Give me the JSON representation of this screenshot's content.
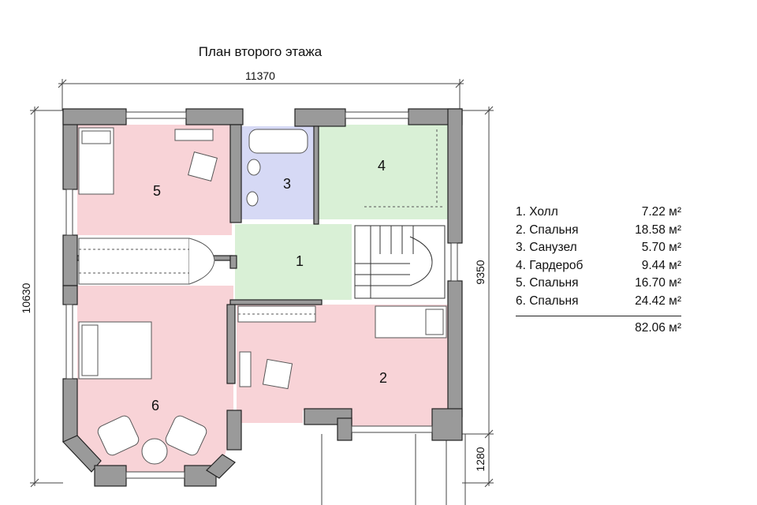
{
  "title": "План второго этажа",
  "dimensions": {
    "total_width": "11370",
    "total_height": "10630",
    "right_height": "9350",
    "bay_depth": "1280"
  },
  "rooms": [
    {
      "number": "1",
      "name": "Холл",
      "area": "7.22 м²",
      "color": "#d9f0d6"
    },
    {
      "number": "2",
      "name": "Спальня",
      "area": "18.58 м²",
      "color": "#f8d3d7"
    },
    {
      "number": "3",
      "name": "Санузел",
      "area": "5.70 м²",
      "color": "#d6d9f5"
    },
    {
      "number": "4",
      "name": "Гардероб",
      "area": "9.44 м²",
      "color": "#d9f0d6"
    },
    {
      "number": "5",
      "name": "Спальня",
      "area": "16.70 м²",
      "color": "#f8d3d7"
    },
    {
      "number": "6",
      "name": "Спальня",
      "area": "24.42 м²",
      "color": "#f8d3d7"
    }
  ],
  "legend": [
    {
      "label": "1. Холл",
      "area": "7.22 м²"
    },
    {
      "label": "2. Спальня",
      "area": "18.58 м²"
    },
    {
      "label": "3. Санузел",
      "area": "5.70 м²"
    },
    {
      "label": "4. Гардероб",
      "area": "9.44 м²"
    },
    {
      "label": "5. Спальня",
      "area": "16.70 м²"
    },
    {
      "label": "6. Спальня",
      "area": "24.42 м²"
    }
  ],
  "total_area": "82.06 м²",
  "colors": {
    "wall": "#9a9a9a",
    "wall_edge": "#222222",
    "bedroom": "#f8d3d7",
    "hall": "#d9f0d6",
    "bath": "#d6d9f5"
  }
}
